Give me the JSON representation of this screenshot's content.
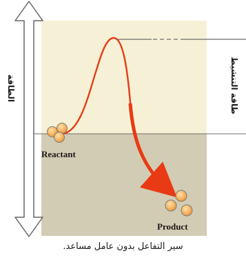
{
  "labels": {
    "reactant": "Reactant",
    "product": "Product",
    "y_axis": "الطاقة",
    "activation_energy": "طاقة التنشيط",
    "caption": "سير التفاعل بدون عامل مساعد."
  },
  "colors": {
    "upper_region": "#f6f1d6",
    "lower_region": "#d3ccb4",
    "curve": "#e83a14",
    "molecule": "#f6b457",
    "outline": "#7a7a7a",
    "arrow_fill": "#ffffff",
    "arrow_stroke": "#666666"
  }
}
